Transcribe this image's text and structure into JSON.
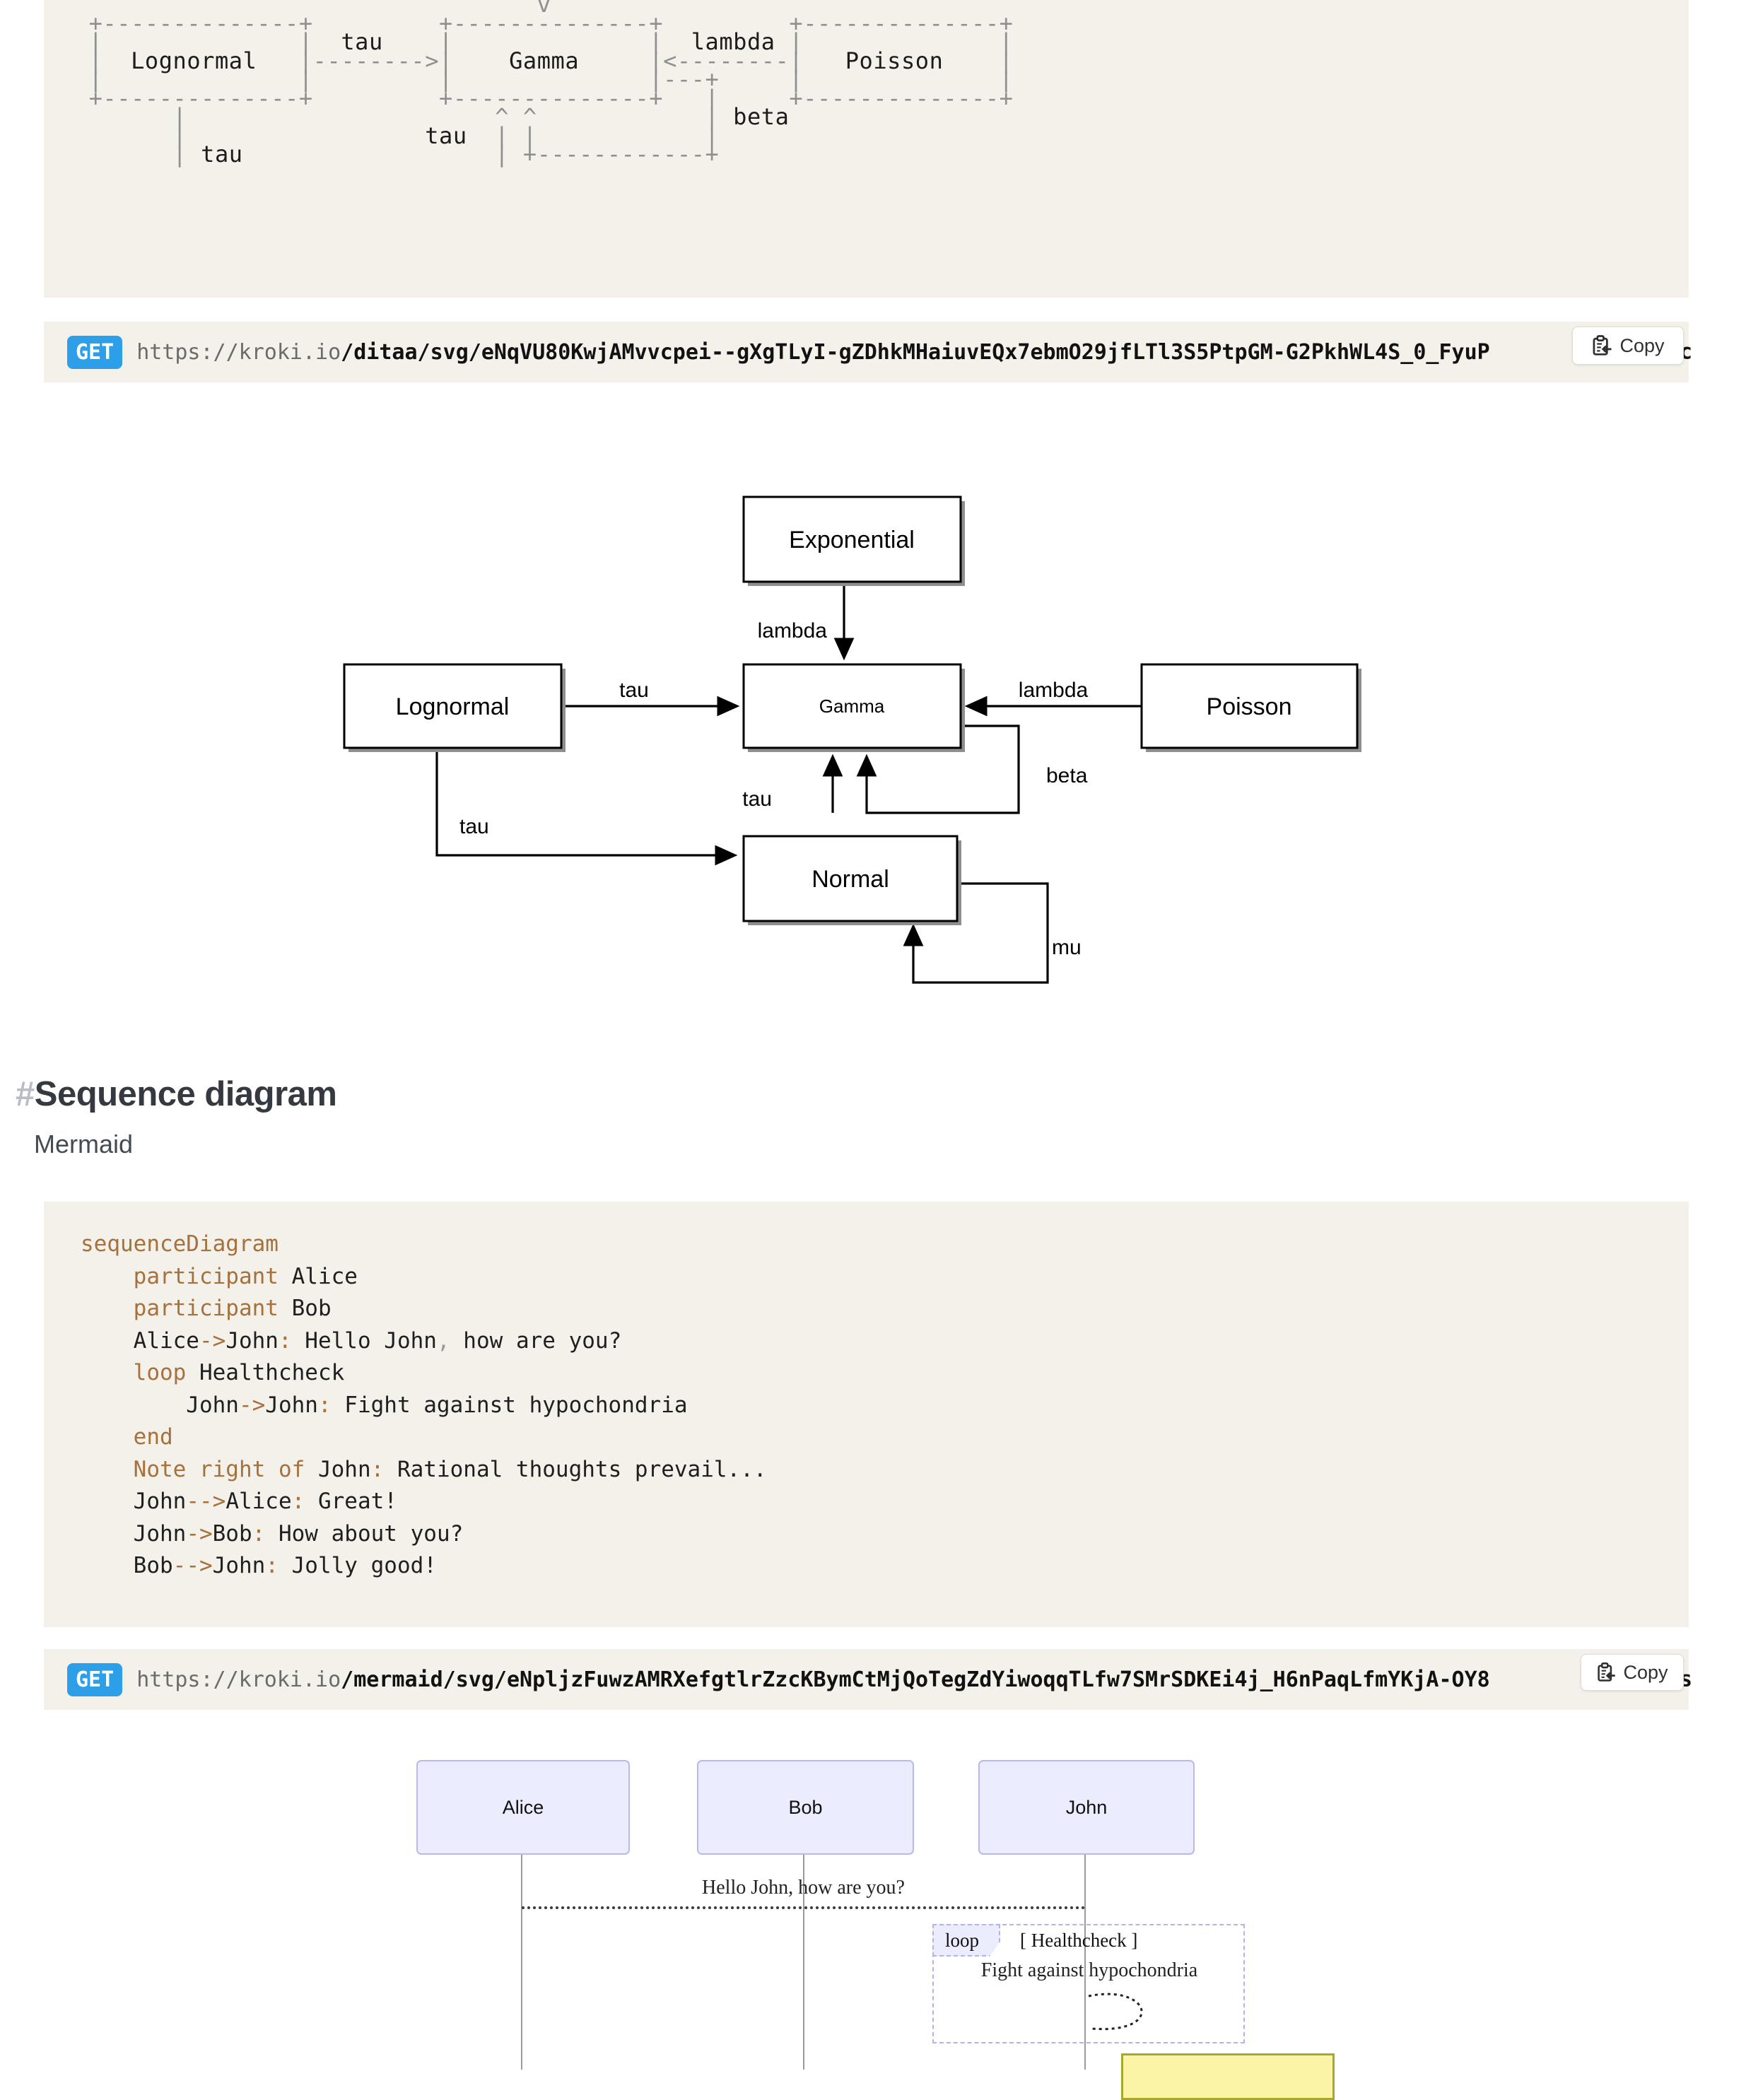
{
  "colors": {
    "code_background": "#f4f0ea",
    "keyword_brown": "#a5713d",
    "get_badge_blue": "#2d9ee8",
    "actor_fill": "#ECECFF",
    "actor_border": "#b9b9e8",
    "note_fill": "#fbf3a6",
    "note_border": "#a8a82a"
  },
  "code_blocks": {
    "ditaa": {
      "lines": [
        [
          [
            "g",
            "                                  v"
          ]
        ],
        [
          [
            "g",
            "  +--------------+         +--------------+         +--------------+"
          ]
        ],
        [
          [
            "g",
            "  |              |  "
          ],
          [
            "b",
            "tau"
          ],
          [
            "g",
            "    |              |  "
          ],
          [
            "b",
            "lambda"
          ],
          [
            "g",
            " |              |"
          ]
        ],
        [
          [
            "g",
            "  |  "
          ],
          [
            "b",
            "Lognormal"
          ],
          [
            "g",
            "   |-------->|    "
          ],
          [
            "b",
            "Gamma"
          ],
          [
            "g",
            "     |<--------|   "
          ],
          [
            "b",
            "Poisson"
          ],
          [
            "g",
            "    |"
          ]
        ],
        [
          [
            "g",
            "  |              |         |              |---+     |              |"
          ]
        ],
        [
          [
            "g",
            "  +--------------+         +--------------+   |     +--------------+"
          ]
        ],
        [
          [
            "g",
            "        |                      ^ ^            | "
          ],
          [
            "b",
            "beta"
          ]
        ],
        [
          [
            "g",
            "        |                 "
          ],
          [
            "b",
            "tau"
          ],
          [
            "g",
            "  | |            |"
          ]
        ],
        [
          [
            "g",
            "        | "
          ],
          [
            "b",
            "tau"
          ],
          [
            "g",
            "                  | +------------+"
          ]
        ]
      ]
    },
    "mermaid": {
      "lines": [
        [
          [
            "k",
            "sequenceDiagram"
          ]
        ],
        [
          [
            "p",
            "    "
          ],
          [
            "k",
            "participant"
          ],
          [
            "p",
            " Alice"
          ]
        ],
        [
          [
            "p",
            "    "
          ],
          [
            "k",
            "participant"
          ],
          [
            "p",
            " Bob"
          ]
        ],
        [
          [
            "p",
            "    Alice"
          ],
          [
            "k",
            "->"
          ],
          [
            "p",
            "John"
          ],
          [
            "k",
            ":"
          ],
          [
            "p",
            " Hello John"
          ],
          [
            "c",
            ","
          ],
          [
            "p",
            " how are you?"
          ]
        ],
        [
          [
            "p",
            "    "
          ],
          [
            "k",
            "loop"
          ],
          [
            "p",
            " Healthcheck"
          ]
        ],
        [
          [
            "p",
            "        John"
          ],
          [
            "k",
            "->"
          ],
          [
            "p",
            "John"
          ],
          [
            "k",
            ":"
          ],
          [
            "p",
            " Fight against hypochondria"
          ]
        ],
        [
          [
            "p",
            "    "
          ],
          [
            "k",
            "end"
          ]
        ],
        [
          [
            "p",
            "    "
          ],
          [
            "k",
            "Note right of"
          ],
          [
            "p",
            " John"
          ],
          [
            "k",
            ":"
          ],
          [
            "p",
            " Rational thoughts prevail..."
          ]
        ],
        [
          [
            "p",
            "    John"
          ],
          [
            "k",
            "-->"
          ],
          [
            "p",
            "Alice"
          ],
          [
            "k",
            ":"
          ],
          [
            "p",
            " Great!"
          ]
        ],
        [
          [
            "p",
            "    John"
          ],
          [
            "k",
            "->"
          ],
          [
            "p",
            "Bob"
          ],
          [
            "k",
            ":"
          ],
          [
            "p",
            " How about you?"
          ]
        ],
        [
          [
            "p",
            "    Bob"
          ],
          [
            "k",
            "-->"
          ],
          [
            "p",
            "John"
          ],
          [
            "k",
            ":"
          ],
          [
            "p",
            " Jolly good!"
          ]
        ]
      ]
    }
  },
  "get_bars": [
    {
      "method": "GET",
      "url_host": "https://kroki.io",
      "url_path": "/ditaa/svg/eNqVU80KwjAMvvcpei--gXgTLyI-gZDhkMHaiuvEQx7ebmO29jfLTl3S5PtpGM-G2PkhWL4S_0_FyuP",
      "url_tail": "c",
      "copy_label": "Copy"
    },
    {
      "method": "GET",
      "url_host": "https://kroki.io",
      "url_path": "/mermaid/svg/eNpljzFuwzAMRXefgtlrZzcKBymCtMjQoTegZdYiwoqqTLfw7SMrSDKEi4j_H6nPaqLfmYKjA-OY8",
      "url_tail": "s",
      "copy_label": "Copy"
    }
  ],
  "ditaa_diagram": {
    "nodes": {
      "exponential": "Exponential",
      "lognormal": "Lognormal",
      "gamma": "Gamma",
      "poisson": "Poisson",
      "normal": "Normal"
    },
    "edge_labels": {
      "exp_gamma": "lambda",
      "lognormal_gamma": "tau",
      "poisson_gamma": "lambda",
      "gamma_beta": "beta",
      "normal_gamma_tau": "tau",
      "lognormal_normal_tau": "tau",
      "normal_mu": "mu"
    }
  },
  "section": {
    "hash": "#",
    "title": "Sequence diagram",
    "subtitle": "Mermaid"
  },
  "mermaid_diagram": {
    "participants": [
      "Alice",
      "Bob",
      "John"
    ],
    "message1": "Hello John, how are you?",
    "loop_label": "loop",
    "loop_condition": "[ Healthcheck ]",
    "loop_message": "Fight against hypochondria"
  }
}
